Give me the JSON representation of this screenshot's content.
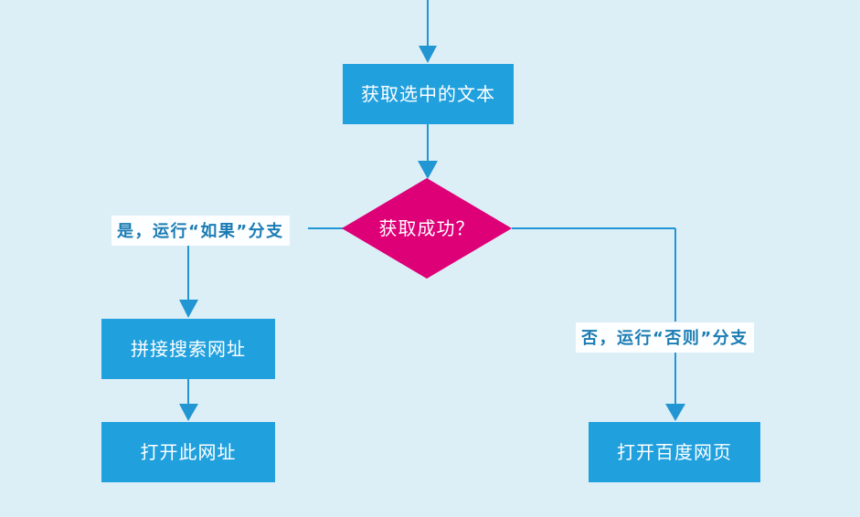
{
  "diagram": {
    "type": "flowchart",
    "background_color": "#dceff7",
    "process_color": "#21a0de",
    "decision_color": "#de0077",
    "label_text_color": "#1a7cb4",
    "label_background_color": "#fdfeff",
    "edge_color": "#2196d3",
    "nodes": {
      "get_text": "获取选中的文本",
      "decision": "获取成功？",
      "build_url": "拼接搜索网址",
      "open_url": "打开此网址",
      "open_baidu": "打开百度网页"
    },
    "edge_labels": {
      "yes_branch": "是，运行“如果”分支",
      "no_branch": "否，运行“否则”分支"
    }
  }
}
